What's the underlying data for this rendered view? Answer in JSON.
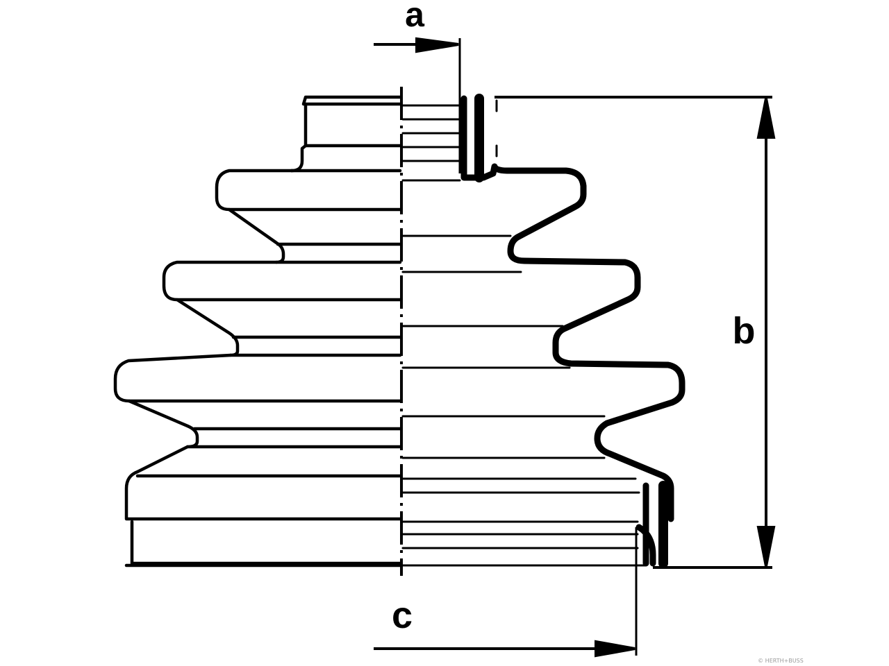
{
  "labels": {
    "a": "a",
    "b": "b",
    "c": "c"
  },
  "credit": "© HERTH+BUSS",
  "colors": {
    "line": "#000000",
    "background": "#ffffff",
    "credit": "#9a9a9a"
  }
}
